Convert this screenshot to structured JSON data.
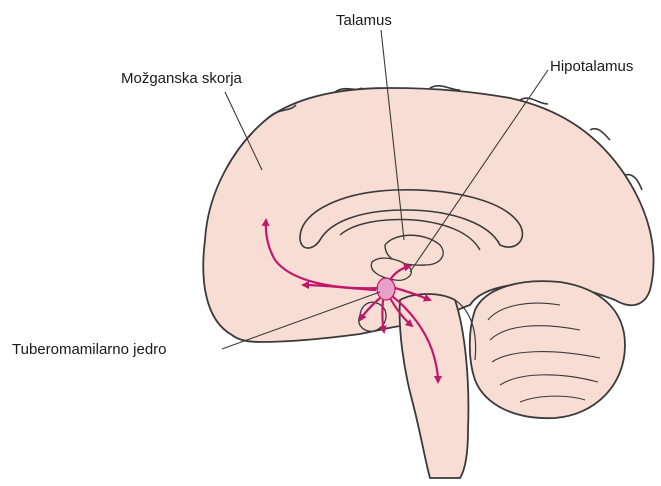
{
  "labels": {
    "thalamus": "Talamus",
    "hypothalamus": "Hipotalamus",
    "cortex": "Možganska skorja",
    "tuberomammillary": "Tuberomamilarno jedro"
  },
  "colors": {
    "tissue": "#f8ddd4",
    "outline": "#3a3a3a",
    "projection": "#c2186c",
    "nucleus": "#e8a0c8"
  }
}
